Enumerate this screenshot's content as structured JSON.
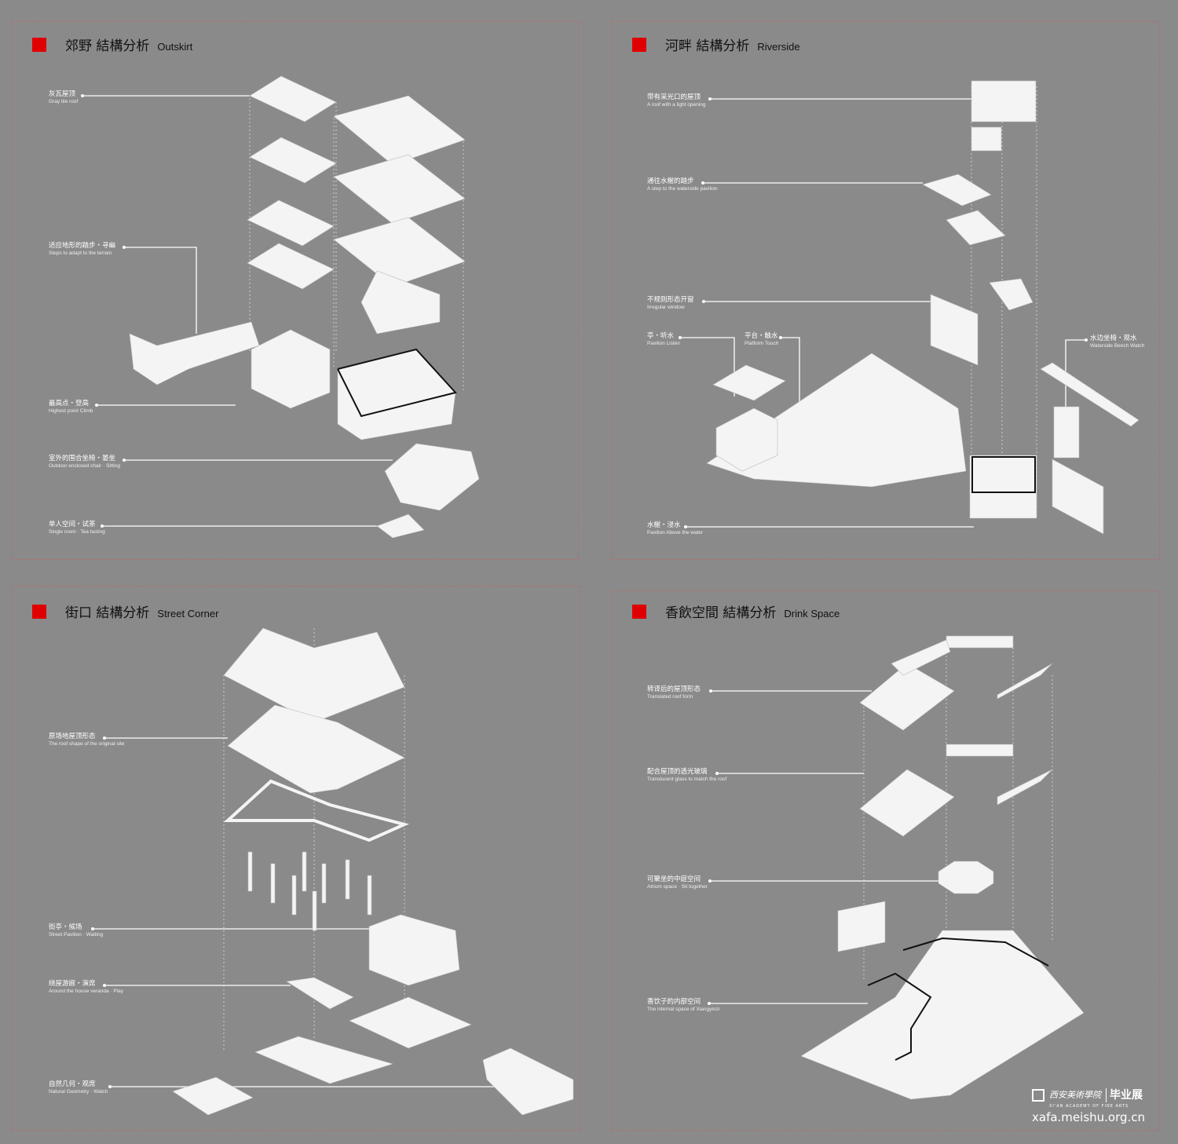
{
  "panels": [
    {
      "title_zh": "郊野 結構分析",
      "title_en": "Outskirt",
      "labels": [
        {
          "zh": "灰瓦屋顶",
          "en": "Gray tile roof"
        },
        {
          "zh": "适应地形的踏步・寻幽",
          "en": "Steps to adapt to the terrain"
        },
        {
          "zh": "最高点・登高",
          "en": "Highest point Climb"
        },
        {
          "zh": "室外的围合坐椅・晏坐",
          "en": "Outdoor enclosed chair · Sitting"
        },
        {
          "zh": "单人空间・试茶",
          "en": "Single room · Tea tasting"
        }
      ]
    },
    {
      "title_zh": "河畔 結構分析",
      "title_en": "Riverside",
      "labels": [
        {
          "zh": "带有采光口的屋顶",
          "en": "A roof with a light opening"
        },
        {
          "zh": "通往水榭的踏步",
          "en": "A step to the waterside pavilion"
        },
        {
          "zh": "不规则形态开窗",
          "en": "Irregular window"
        },
        {
          "zh": "亭・听水",
          "en": "Pavilion Listen"
        },
        {
          "zh": "平台・触水",
          "en": "Platform Touch"
        },
        {
          "zh": "水边坐椅・观水",
          "en": "Waterside Bench Watch"
        },
        {
          "zh": "水榭・浸水",
          "en": "Pavilion Above the water"
        }
      ]
    },
    {
      "title_zh": "街口 結構分析",
      "title_en": "Street Corner",
      "labels": [
        {
          "zh": "原场地屋顶形态",
          "en": "The roof shape of the original site"
        },
        {
          "zh": "街亭・候场",
          "en": "Street Pavilion · Waiting"
        },
        {
          "zh": "绕屋游廊・演席",
          "en": "Around the house veranda · Play"
        },
        {
          "zh": "自然几何・观席",
          "en": "Natural Geometry · Watch"
        }
      ]
    },
    {
      "title_zh": "香飲空間 結構分析",
      "title_en": "Drink Space",
      "labels": [
        {
          "zh": "转译后的屋顶形态",
          "en": "Translated roof form"
        },
        {
          "zh": "配合屋顶的透光玻璃",
          "en": "Translucent glass to match the roof"
        },
        {
          "zh": "可聚坐的中庭空间",
          "en": "Atrium space · Sit together"
        },
        {
          "zh": "香饮子的内部空间",
          "en": "The internal space of Xiangyinzi"
        }
      ]
    }
  ],
  "watermark": {
    "school": "西安美術學院",
    "school_en": "XI'AN ACADEMY OF FINE ARTS",
    "show": "毕业展",
    "url": "xafa.meishu.org.cn"
  },
  "colors": {
    "background": "#8a8a8a",
    "accent": "#e00000",
    "model": "#f4f4f4"
  }
}
